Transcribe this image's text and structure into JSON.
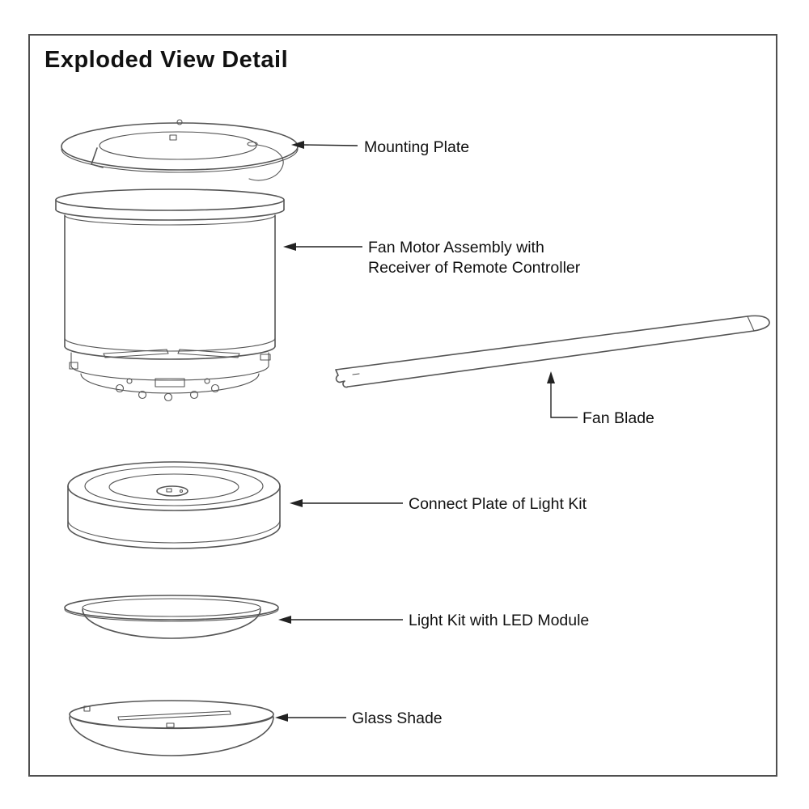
{
  "title": "Exploded View Detail",
  "parts": {
    "mounting_plate": {
      "label": "Mounting Plate"
    },
    "fan_motor": {
      "label_line1": "Fan Motor Assembly with",
      "label_line2": "Receiver of Remote Controller"
    },
    "fan_blade": {
      "label": "Fan Blade"
    },
    "connect_plate": {
      "label": "Connect Plate of Light Kit"
    },
    "light_kit": {
      "label": "Light Kit with LED Module"
    },
    "glass_shade": {
      "label": "Glass Shade"
    }
  },
  "colors": {
    "line": "#555555",
    "arrow": "#222222",
    "label_text": "#111111",
    "background": "#ffffff",
    "border": "#4f4f4f"
  }
}
